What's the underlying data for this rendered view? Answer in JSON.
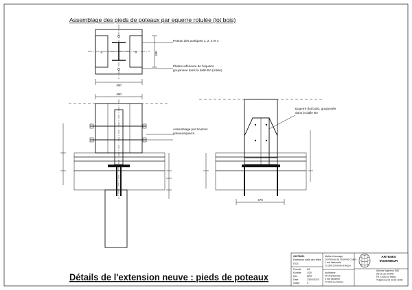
{
  "titles": {
    "top": "Assemblage des pieds de poteaux par equerre rotulée (lot bois)",
    "main": "Détails de l'extension neuve : pieds de poteaux"
  },
  "annotations": {
    "a1": "Poteau des portiques 1, 2, 3 et 4",
    "a2_l1": "Platine inférieure de l'equerre",
    "a2_l2": "goujonnée dans la dalle BA (rotule)",
    "a3_l1": "Assemblage par boulons",
    "a3_l2": "poteau/equerre",
    "a4_l1": "Equerre (lot bois), goujonnée",
    "a4_l2": "dans la dalle BA"
  },
  "dimensions": {
    "plan_width": "450",
    "plan_side": "400",
    "section_width": "450",
    "right_base": "475"
  },
  "colors": {
    "line": "#111111",
    "frame": "#333333"
  },
  "titleblock": {
    "project_lines": [
      "23078652",
      "Extension salle des fêtes",
      "DCE"
    ],
    "field_rows": [
      {
        "label": "Format",
        "value": "A3"
      },
      {
        "label": "Echelle",
        "value": "1/20"
      },
      {
        "label": "Des.",
        "value": "MTR"
      },
      {
        "label": "Date",
        "value": "23/03/2023"
      },
      {
        "label": "Indice",
        "value": "0"
      }
    ],
    "client_lines": [
      "Maître d'ouvrage",
      "Commune de Chemiré-Craon",
      "1 rue Nationale",
      "72 350 Chemiré-d'Anjou"
    ],
    "architect_lines": [
      "Architecte",
      "FK Architectes",
      "4 rue Dinamel",
      "72 200 La Flèche"
    ],
    "company_name": "ARTEMIS",
    "company_sub": "INGENIEUR",
    "company_lines": [
      "Artemis Ingenieur SAS",
      "38 rue du Gruffier",
      "FR-72000 Le Mans",
      "Téléphone 02 43 24 16 60"
    ],
    "logo": "pine-cone-icon"
  }
}
